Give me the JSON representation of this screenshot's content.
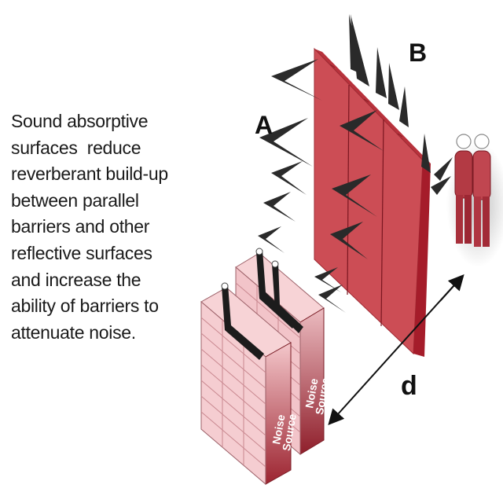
{
  "caption": {
    "lines": [
      "Sound absorptive",
      "surfaces  reduce",
      "reverberant build-up",
      "between parallel",
      "barriers and other",
      "reflective surfaces",
      "and increase the",
      "ability of barriers to",
      "attenuate noise."
    ]
  },
  "diagram": {
    "label_a": "A",
    "label_b": "B",
    "label_d": "d",
    "noise_source_1": {
      "line1": "Noise",
      "line2": "Source"
    },
    "noise_source_2": {
      "line1": "Noise",
      "line2": "Source"
    },
    "colors": {
      "barrier_front": "#cc4d55",
      "barrier_top": "#b8323c",
      "barrier_side": "#a51c2a",
      "source_light": "#f7d3d6",
      "source_dark": "#9c2430",
      "arrow": "#2a2a2a"
    }
  }
}
